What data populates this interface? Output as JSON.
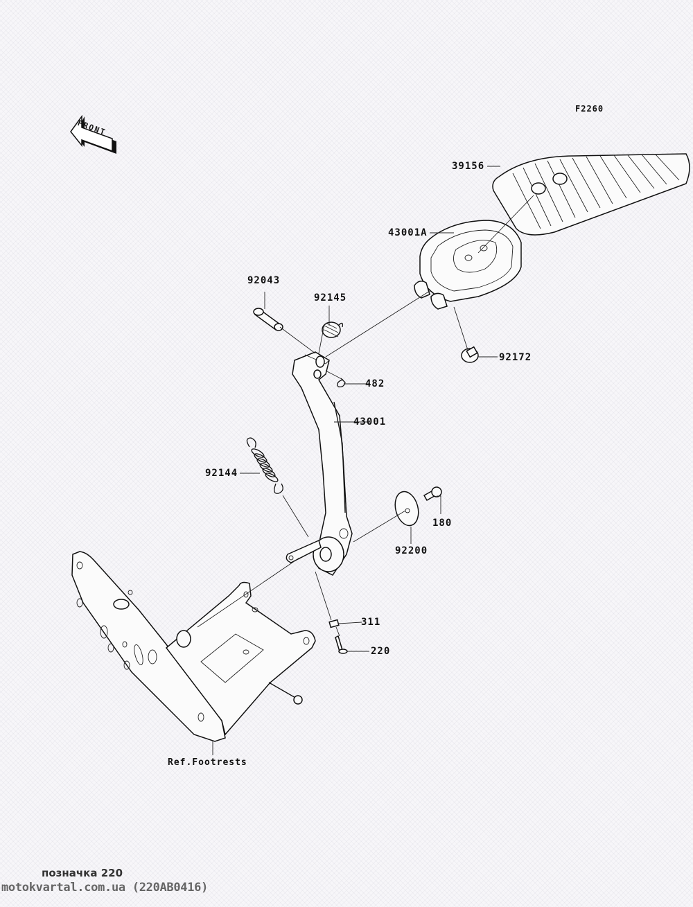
{
  "diagram": {
    "figure_code": "F2260",
    "direction_indicator": "FRONT",
    "parts": [
      {
        "number": "39156",
        "name": "pedal-pad-rubber"
      },
      {
        "number": "43001A",
        "name": "pedal-pad"
      },
      {
        "number": "92043",
        "name": "pin"
      },
      {
        "number": "92145",
        "name": "torsion-spring"
      },
      {
        "number": "92172",
        "name": "screw"
      },
      {
        "number": "482",
        "name": "snap-pin"
      },
      {
        "number": "43001",
        "name": "brake-pedal-lever"
      },
      {
        "number": "92144",
        "name": "return-spring"
      },
      {
        "number": "180",
        "name": "bolt"
      },
      {
        "number": "92200",
        "name": "washer"
      },
      {
        "number": "311",
        "name": "nut"
      },
      {
        "number": "220",
        "name": "adjust-bolt"
      }
    ],
    "reference_note": "Ref.Footrests"
  },
  "watermark": {
    "caption": "позначка 220",
    "source": "motokvartal.com.ua (220AB0416)"
  }
}
